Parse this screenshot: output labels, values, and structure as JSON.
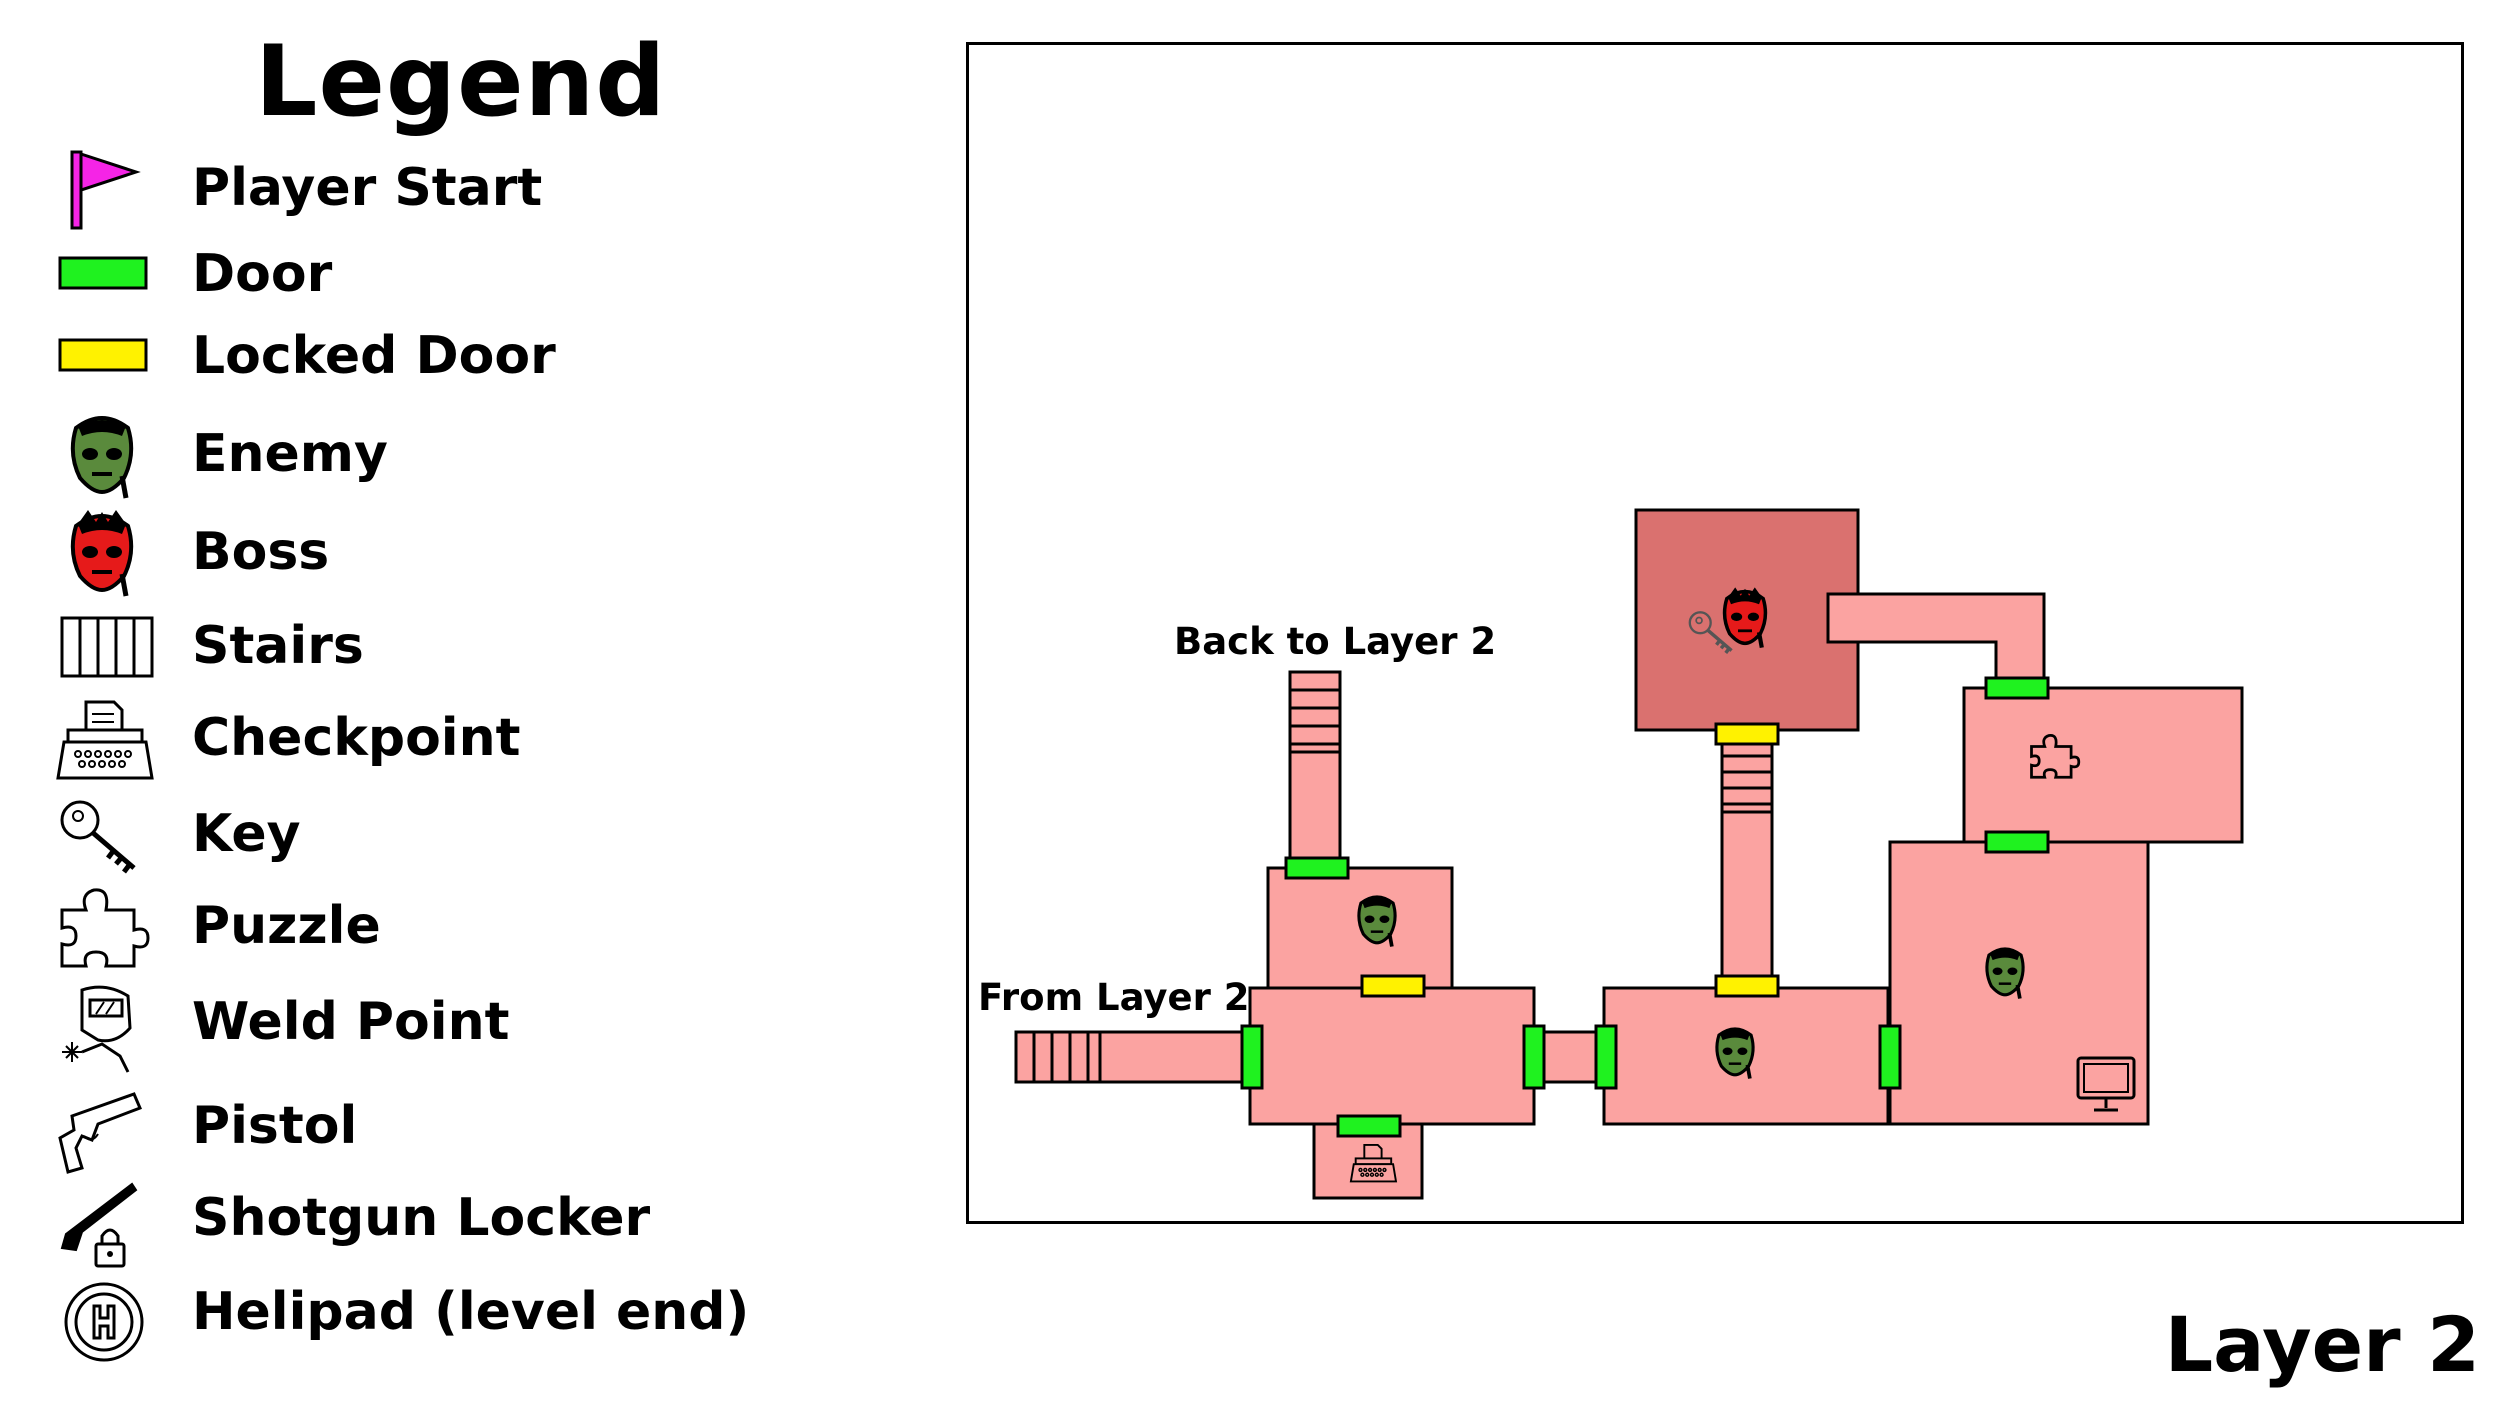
{
  "legend": {
    "title": "Legend",
    "items": [
      {
        "icon": "player-start-flag-icon",
        "label": "Player Start"
      },
      {
        "icon": "door-icon",
        "label": "Door"
      },
      {
        "icon": "locked-door-icon",
        "label": "Locked Door"
      },
      {
        "icon": "enemy-icon",
        "label": "Enemy"
      },
      {
        "icon": "boss-icon",
        "label": "Boss"
      },
      {
        "icon": "stairs-icon",
        "label": "Stairs"
      },
      {
        "icon": "checkpoint-typewriter-icon",
        "label": "Checkpoint"
      },
      {
        "icon": "key-icon",
        "label": "Key"
      },
      {
        "icon": "puzzle-icon",
        "label": "Puzzle"
      },
      {
        "icon": "weld-point-icon",
        "label": "Weld Point"
      },
      {
        "icon": "pistol-icon",
        "label": "Pistol"
      },
      {
        "icon": "shotgun-locker-icon",
        "label": "Shotgun Locker"
      },
      {
        "icon": "helipad-icon",
        "label": "Helipad (level end)"
      }
    ]
  },
  "map": {
    "title": "Layer 2",
    "labels": {
      "back_to": "Back to Layer 2",
      "from": "From Layer 2"
    }
  },
  "colors": {
    "room": "#fba3a1",
    "boss_room": "#da716f",
    "door": "#1ff21f",
    "locked_door": "#fff200",
    "player_start": "#f524e6",
    "enemy": "#5a8a3c",
    "boss": "#e61a1a"
  }
}
